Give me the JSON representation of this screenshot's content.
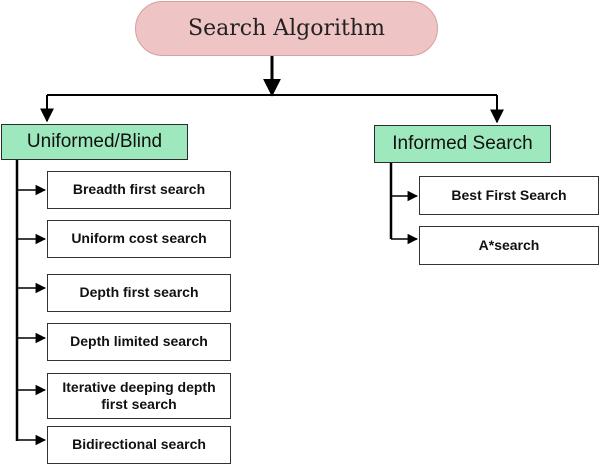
{
  "diagram": {
    "root": {
      "label": "Search Algorithm"
    },
    "categories": [
      {
        "label": "Uniformed/Blind",
        "children": [
          "Breadth first search",
          "Uniform cost search",
          "Depth first search",
          "Depth limited search",
          "Iterative deeping depth first search",
          "Bidirectional search"
        ]
      },
      {
        "label": "Informed Search",
        "children": [
          "Best First Search",
          "A*search"
        ]
      }
    ]
  }
}
